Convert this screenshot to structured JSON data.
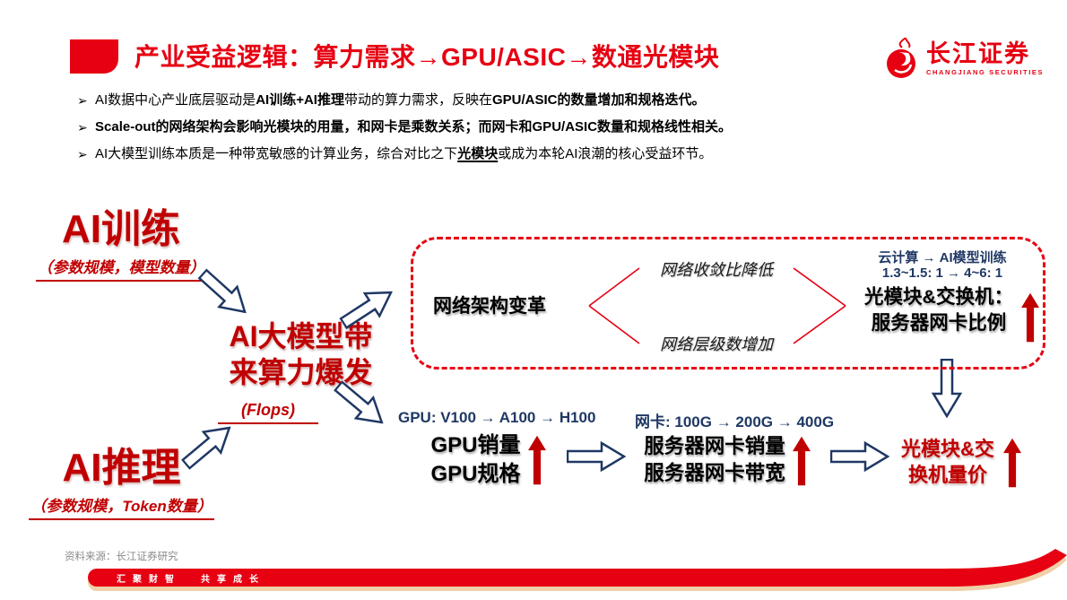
{
  "colors": {
    "brand_red": "#e60012",
    "dark_red": "#c00000",
    "navy": "#1f3864",
    "text_black": "#000000",
    "source_gray": "#8a8a8a",
    "ribbon_tan": "#f0d0a8"
  },
  "header": {
    "title": "产业受益逻辑：算力需求→GPU/ASIC→数通光模块",
    "logo_cn": "长江证券",
    "logo_en": "CHANGJIANG SECURITIES"
  },
  "bullets": [
    {
      "marker": "➢",
      "segments": [
        {
          "text": "AI数据中心产业底层驱动是",
          "bold": false
        },
        {
          "text": "AI训练+AI推理",
          "bold": true
        },
        {
          "text": "带动的算力需求，反映在",
          "bold": false
        },
        {
          "text": "GPU/ASIC的数量增加和规格迭代。",
          "bold": true
        }
      ]
    },
    {
      "marker": "➢",
      "segments": [
        {
          "text": "Scale-out的网络架构会影响光模块的用量，和网卡是乘数关系；而网卡和GPU/ASIC数量和规格线性相关。",
          "bold": true
        }
      ]
    },
    {
      "marker": "➢",
      "segments": [
        {
          "text": "AI大模型训练本质是一种带宽敏感的计算业务，综合对比之下",
          "bold": false
        },
        {
          "text": "光模块",
          "bold": true,
          "underline": true
        },
        {
          "text": "或成为本轮AI浪潮的核心受益环节。",
          "bold": false
        }
      ]
    }
  ],
  "diagram": {
    "ai_training_title": "AI训练",
    "ai_training_sub": "（参数规模，模型数量）",
    "ai_inference_title": "AI推理",
    "ai_inference_sub": "（参数规模，Token数量）",
    "compute_line1": "AI大模型带",
    "compute_line2": "来算力爆发",
    "compute_note": "(Flops)",
    "network": {
      "label": "网络架构变革",
      "branch_top": "网络收敛比降低",
      "branch_bottom": "网络层级数增加",
      "ratio_line1": "云计算 → AI模型训练",
      "ratio_line2": "1.3~1.5: 1 → 4~6: 1",
      "result_line1": "光模块&交换机：",
      "result_line2": "服务器网卡比例"
    },
    "gpu": {
      "header": "GPU:  V100 → A100 → H100",
      "line1": "GPU销量",
      "line2": "GPU规格"
    },
    "nic": {
      "header": "网卡:  100G → 200G → 400G",
      "line1": "服务器网卡销量",
      "line2": "服务器网卡带宽"
    },
    "outcome_line1": "光模块&交",
    "outcome_line2": "换机量价"
  },
  "footer": {
    "source": "资料来源：长江证券研究",
    "slogan_left": "汇聚财智",
    "slogan_right": "共享成长"
  }
}
